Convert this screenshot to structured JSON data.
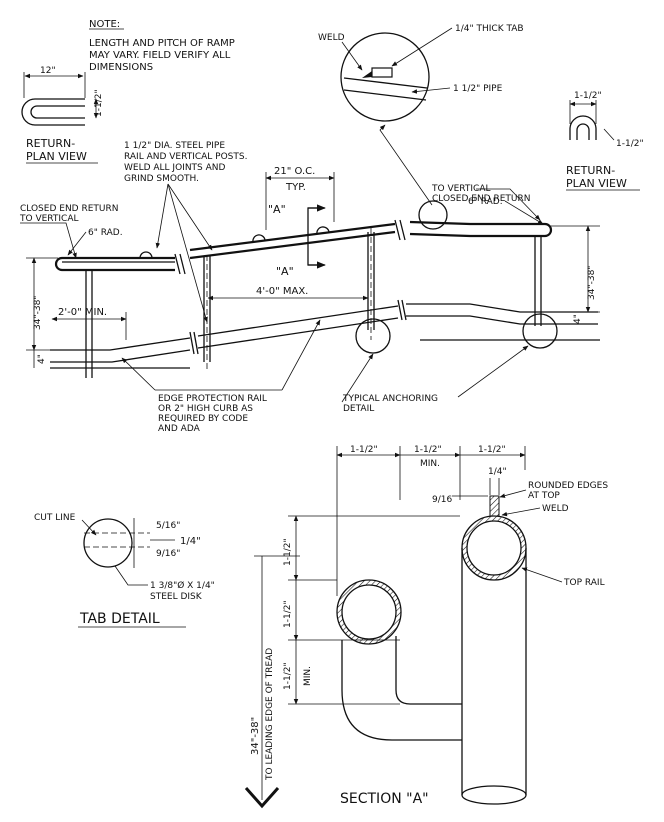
{
  "note": {
    "heading": "NOTE:",
    "line1": "LENGTH AND PITCH OF RAMP",
    "line2": "MAY VARY. FIELD VERIFY ALL",
    "line3": "DIMENSIONS"
  },
  "return_plan_left": {
    "dim_width": "12\"",
    "dim_offset": "1-1/2\"",
    "title1": "RETURN-",
    "title2": "PLAN VIEW"
  },
  "return_plan_right": {
    "dim_width": "1-1/2\"",
    "dim_offset": "1-1/2\"",
    "title1": "RETURN-",
    "title2": "PLAN VIEW"
  },
  "weld_detail": {
    "weld": "WELD",
    "tab": "1/4\" THICK TAB",
    "pipe": "1 1/2\" PIPE"
  },
  "pipe_note": {
    "line1": "1 1/2\" DIA. STEEL PIPE",
    "line2": "RAIL AND VERTICAL POSTS.",
    "line3": "WELD ALL JOINTS AND",
    "line4": "GRIND SMOOTH."
  },
  "elevation": {
    "oc_dim": "21\" O.C.",
    "oc_typ": "TYP.",
    "section_mark": "\"A\"",
    "closed_end_left1": "CLOSED END RETURN",
    "closed_end_left2": "TO VERTICAL",
    "radius_left": "6\" RAD.",
    "closed_end_right1": "CLOSED END RETURN",
    "closed_end_right2": "TO VERTICAL",
    "radius_right": "6\" RAD.",
    "height_left": "34\"-38\"",
    "height_right": "34\"-38\"",
    "min_extension": "2'-0\" MIN.",
    "max_post_spacing": "4'-0\" MAX.",
    "curb_left": "4\"",
    "curb_right": "4\"",
    "edge_protection1": "EDGE PROTECTION RAIL",
    "edge_protection2": "OR 2\" HIGH CURB AS",
    "edge_protection3": "REQUIRED BY CODE",
    "edge_protection4": "AND ADA",
    "anchoring1": "TYPICAL ANCHORING",
    "anchoring2": "DETAIL"
  },
  "tab_detail": {
    "cut_line": "CUT LINE",
    "dim_5_16": "5/16\"",
    "dim_9_16": "9/16\"",
    "dim_1_4": "1/4\"",
    "disk1": "1 3/8\"Ø X 1/4\"",
    "disk2": "STEEL DISK",
    "title": "TAB DETAIL"
  },
  "section_a": {
    "top_dim1": "1-1/2\"",
    "top_dim2": "1-1/2\"",
    "top_dim2_min": "MIN.",
    "top_dim3": "1-1/2\"",
    "tab_width": "1/4\"",
    "tab_height": "9/16",
    "rounded1": "ROUNDED EDGES",
    "rounded2": "AT TOP",
    "weld": "WELD",
    "top_rail": "TOP RAIL",
    "vdim1": "1-1/2\"",
    "vdim2": "1-1/2\"",
    "vdim3": "1-1/2\"",
    "vdim3_min": "MIN.",
    "height": "34\"-38\"",
    "height_ref": "TO LEADING EDGE OF TREAD",
    "title": "SECTION \"A\""
  }
}
